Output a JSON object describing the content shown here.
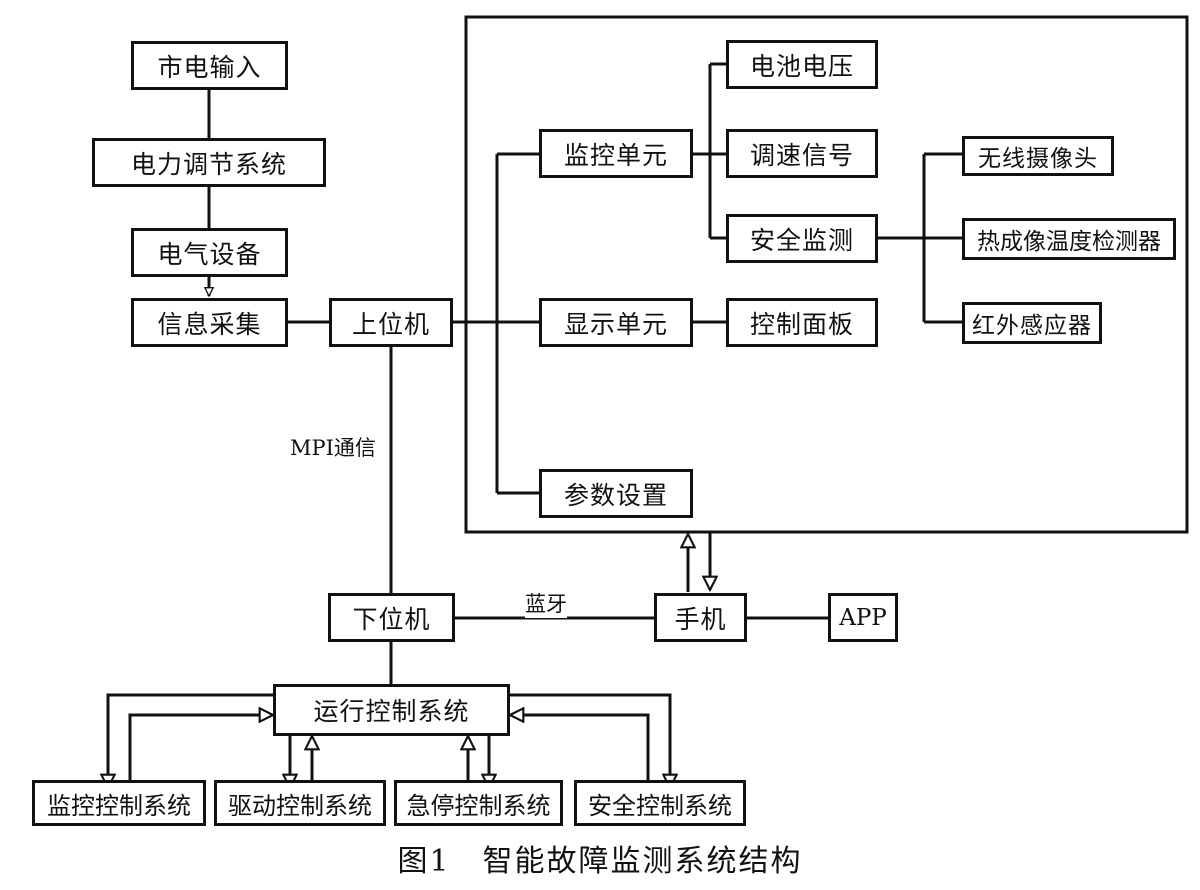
{
  "boxes": {
    "city_power": "市电输入",
    "power_regulation": "电力调节系统",
    "electrical_equipment": "电气设备",
    "info_collection": "信息采集",
    "host_computer": "上位机",
    "monitor_unit": "监控单元",
    "display_unit": "显示单元",
    "param_setting": "参数设置",
    "battery_voltage": "电池电压",
    "speed_signal": "调速信号",
    "safety_detection": "安全监测",
    "control_panel": "控制面板",
    "wireless_camera": "无线摄像头",
    "thermal_imager": "热成像温度检测器",
    "infrared_sensor": "红外感应器",
    "lower_computer": "下位机",
    "phone": "手机",
    "app": "APP",
    "run_control": "运行控制系统",
    "monitor_control": "监控控制系统",
    "drive_control": "驱动控制系统",
    "estop_control": "急停控制系统",
    "safety_control": "安全控制系统"
  },
  "labels": {
    "mpi": "MPI通信",
    "bluetooth": "蓝牙"
  },
  "caption": "图1　智能故障监测系统结构"
}
